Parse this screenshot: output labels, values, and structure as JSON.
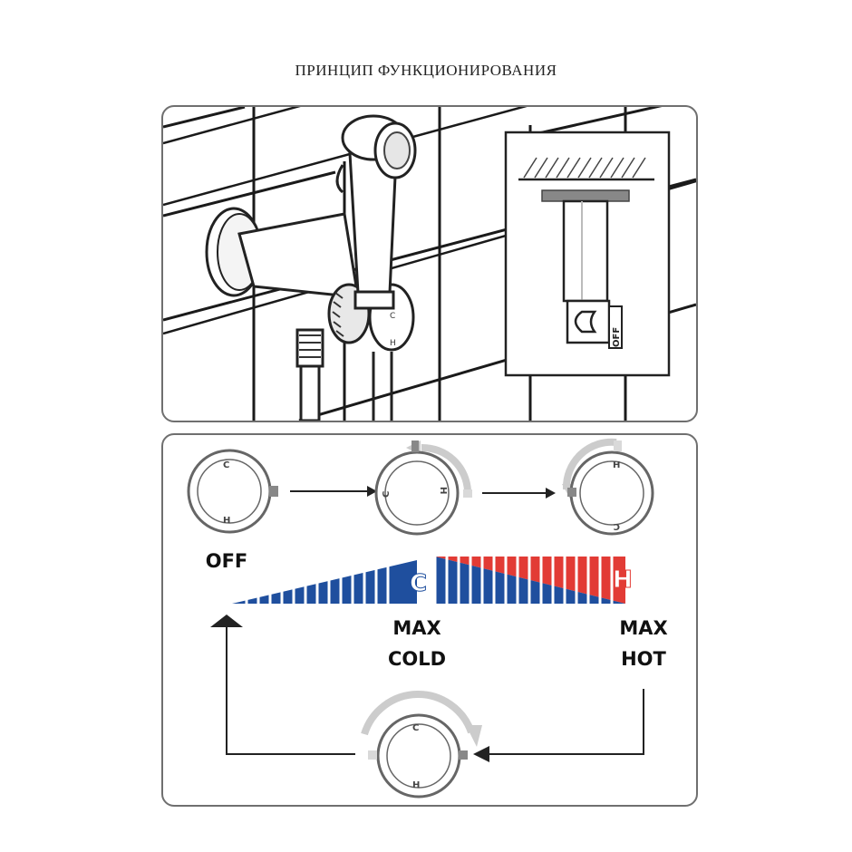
{
  "title": "ПРИНЦИП ФУНКЦИОНИРОВАНИЯ",
  "illustration": {
    "inset_marker": "OFF"
  },
  "dial_marks": {
    "cold": "C",
    "hot": "H"
  },
  "scale": {
    "cold_letter": "C",
    "hot_letter": "H",
    "cold_color": "#1f4f9e",
    "hot_color": "#e23b35"
  },
  "labels": {
    "off": "OFF",
    "max_cold_1": "MAX",
    "max_cold_2": "COLD",
    "max_hot_1": "MAX",
    "max_hot_2": "HOT"
  },
  "icons": [
    "arrow-right-icon",
    "arrow-left-icon",
    "arrow-up-icon",
    "rotate-arrow-icon",
    "dial-icon"
  ]
}
